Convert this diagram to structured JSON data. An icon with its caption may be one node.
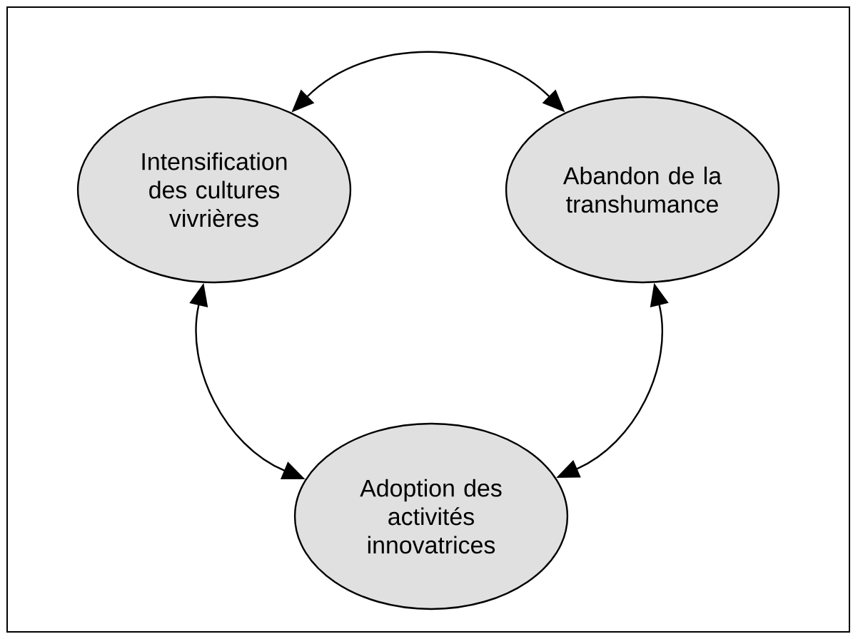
{
  "diagram": {
    "nodes": [
      {
        "text": [
          "Intensification des cultures vivrières"
        ]
      },
      {
        "text": [
          "Abandon de la transhumance"
        ]
      },
      {
        "text": [
          "Adoption des activités innovatrices"
        ]
      }
    ],
    "edges": [
      {
        "from": 0,
        "to": 1,
        "arrow": "both"
      },
      {
        "from": 0,
        "to": 2,
        "arrow": "both"
      },
      {
        "from": 2,
        "to": 1,
        "arrow": "both"
      }
    ]
  }
}
